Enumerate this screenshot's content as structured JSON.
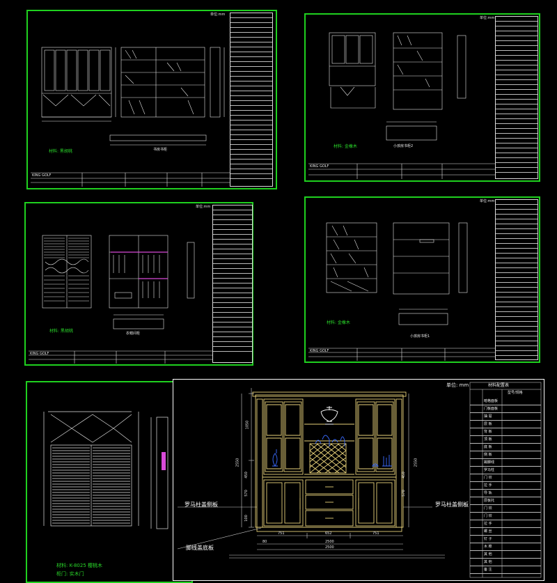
{
  "colors": {
    "frame": "#1fd11f",
    "lines": "#e6e6e6",
    "wood": "#e8d27a",
    "accent": "#3a6bff",
    "dim": "#cfcfcf"
  },
  "sheets": {
    "s1": {
      "unit": "单位:mm",
      "caption": "书房书柜",
      "note": "材料: 黑胡桃",
      "brand": "KING GOLF"
    },
    "s2": {
      "unit": "单位:mm",
      "caption": "小孩房书柜2",
      "note": "材料: 金橡木",
      "brand": "KING GOLF"
    },
    "s3": {
      "unit": "单位:mm",
      "caption": "衣帽间柜",
      "note": "材料: 黑胡桃",
      "brand": "KING GOLF"
    },
    "s4": {
      "unit": "单位:mm",
      "caption": "小孩房书柜1",
      "note": "材料: 金橡木",
      "brand": "KING GOLF"
    },
    "s5": {
      "note1": "材料: K-8025 樱桃木",
      "note2": "柜门: 实木门"
    },
    "s6": {
      "unit": "单位: mm",
      "table_title": "材料配置表",
      "table_header": "型号/规格",
      "label_left": "罗马柱盖侧板",
      "label_right": "罗马柱盖侧板",
      "label_bottom": "脚线盖底板",
      "dims_top_height": "1050",
      "dims_height": "2550",
      "dims_width_total": "2500",
      "dims_width_inner": "2500",
      "dims_segments": [
        "751",
        "652",
        "751"
      ],
      "dims_left_small": [
        "450",
        "570",
        "100"
      ],
      "dims_right": [
        "450",
        "570"
      ],
      "dims_bottom_label": "80",
      "table_rows": [
        "暗格面板",
        "门板面板",
        "抽 屉",
        "层 板",
        "背 板",
        "顶 板",
        "底 板",
        "侧 板",
        "踢脚线",
        "罗马柱",
        "门 铰",
        "拉 手",
        "导 轨",
        "层板托",
        "门 铰",
        "门 铰",
        "拉 手",
        "螺 丝",
        "钉 子",
        "木 榫",
        "其 他",
        "其 他",
        "备 注"
      ]
    }
  }
}
